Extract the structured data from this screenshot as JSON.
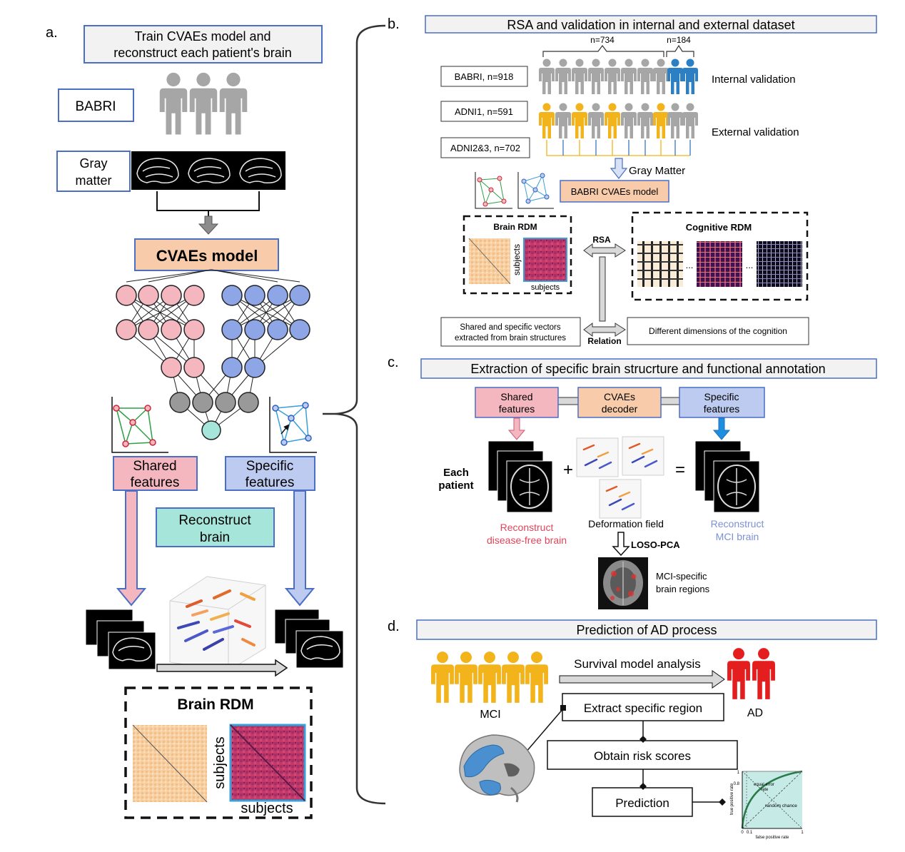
{
  "panel_a": {
    "letter": "a.",
    "title_line1": "Train CVAEs model and",
    "title_line2": "reconstruct each patient's brain",
    "babri_label": "BABRI",
    "gray_line1": "Gray",
    "gray_line2": "matter",
    "cvaes_label": "CVAEs model",
    "shared_line1": "Shared",
    "shared_line2": "features",
    "specific_line1": "Specific",
    "specific_line2": "features",
    "recon_line1": "Reconstruct",
    "recon_line2": "brain",
    "rdm_title": "Brain RDM",
    "rdm_ylabel": "subjects",
    "rdm_xlabel": "subjects"
  },
  "panel_b": {
    "letter": "b.",
    "title": "RSA and validation in internal and external dataset",
    "n734": "n=734",
    "n184": "n=184",
    "babri_n": "BABRI, n=918",
    "adni1_n": "ADNI1, n=591",
    "adni23_n": "ADNI2&3, n=702",
    "internal": "Internal validation",
    "external": "External validation",
    "gray_matter": "Gray Matter",
    "babri_model": "BABRI CVAEs model",
    "brain_rdm": "Brain RDM",
    "cognitive_rdm": "Cognitive RDM",
    "rsa": "RSA",
    "subjects_y": "subjects",
    "subjects_x": "subjects",
    "ellipsis": "...",
    "shared_vec_line1": "Shared and specific vectors",
    "shared_vec_line2": "extracted from brain structures",
    "relation": "Relation",
    "dimensions": "Different dimensions of the cognition"
  },
  "panel_c": {
    "letter": "c.",
    "title": "Extraction of specific brain strucrture and functional annotation",
    "shared_line1": "Shared",
    "shared_line2": "features",
    "decoder_line1": "CVAEs",
    "decoder_line2": "decoder",
    "specific_line1": "Specific",
    "specific_line2": "features",
    "each_line1": "Each",
    "each_line2": "patient",
    "plus": "+",
    "equals": "=",
    "deformation": "Deformation field",
    "recon_free_line1": "Reconstruct",
    "recon_free_line2": "disease-free brain",
    "recon_mci_line1": "Reconstruct",
    "recon_mci_line2": "MCI brain",
    "loso": "LOSO-PCA",
    "mci_regions_line1": "MCI-specific",
    "mci_regions_line2": "brain regions"
  },
  "panel_d": {
    "letter": "d.",
    "title": "Prediction of  AD process",
    "survival": "Survival model analysis",
    "mci": "MCI",
    "ad": "AD",
    "extract": "Extract specific region",
    "risk": "Obtain risk scores",
    "prediction": "Prediction",
    "roc_equal": "equal error",
    "roc_rate": "rate",
    "roc_random": "random chance",
    "roc_ylabel": "true positive rate",
    "roc_xlabel": "false positive rate",
    "roc_y1": "1",
    "roc_y08": "0.8",
    "roc_x0": "0",
    "roc_x01": "0.1",
    "roc_x1": "1"
  },
  "colors": {
    "title_border": "#4a6fc4",
    "pink": "#f4b6bf",
    "blue": "#bccbef",
    "orange": "#f8ccaa",
    "teal": "#a6e6da",
    "gray_person": "#a6a6a6",
    "blue_person": "#2d7fc4",
    "yellow_person": "#f2b31b",
    "red_person": "#e41e1e"
  }
}
